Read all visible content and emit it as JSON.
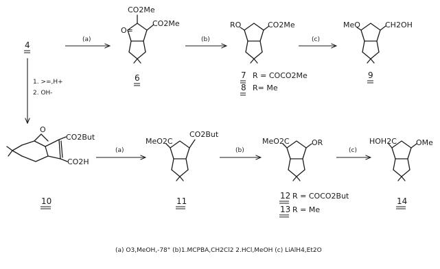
{
  "compounds": {
    "c4": {
      "number": "4"
    },
    "c6": {
      "number": "6",
      "subst_top": "CO2Me",
      "subst_right": "CO2Me",
      "subst_left": "O="
    },
    "c7": {
      "number": "7",
      "r_label": "R = COCO2Me"
    },
    "c8": {
      "number": "8",
      "r_label": "R= Me"
    },
    "c78": {
      "subst_left": "RO",
      "subst_right": "CO2Me"
    },
    "c9": {
      "number": "9",
      "subst_left": "MeO",
      "subst_right": "CH2OH"
    },
    "c10": {
      "number": "10",
      "subst_top": "CO2But",
      "subst_bottom": "CO2H"
    },
    "c11": {
      "number": "11",
      "subst_left": "MeO2C",
      "subst_right": "CO2But"
    },
    "c12": {
      "number": "12",
      "r_label": "R = COCO2But"
    },
    "c13": {
      "number": "13",
      "r_label": "R = Me"
    },
    "c1213": {
      "subst_left": "MeO2C",
      "subst_right": "OR"
    },
    "c14": {
      "number": "14",
      "subst_left": "HOH2C",
      "subst_right": "OMe"
    }
  },
  "arrows": {
    "a1": {
      "label": "(a)"
    },
    "b1": {
      "label": "(b)"
    },
    "c1": {
      "label": "(c)"
    },
    "a2": {
      "label": "(a)"
    },
    "b2": {
      "label": "(b)"
    },
    "c2": {
      "label": "(c)"
    },
    "down": {
      "step1": "1. >=,H+",
      "step2": "2. OH-"
    }
  },
  "footnote": "(a) O3,MeOH,-78° (b)1.MCPBA,CH2Cl2 2.HCl,MeOH (c) LiAlH4,Et2O"
}
